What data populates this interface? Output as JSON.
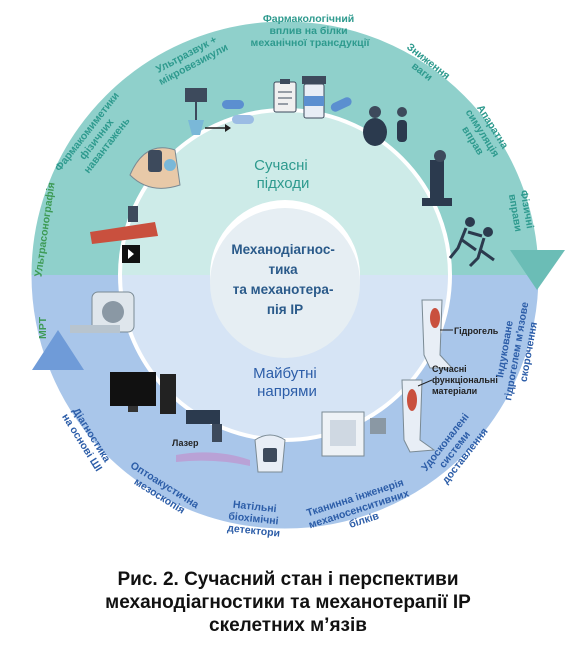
{
  "center": {
    "lines": [
      "Механодіагнос-",
      "тика",
      "та механотера-",
      "пія ІР"
    ]
  },
  "current": {
    "title_lines": [
      "Сучасні",
      "підходи"
    ]
  },
  "future": {
    "title_lines": [
      "Майбутні",
      "напрями"
    ]
  },
  "outer_top": [
    {
      "id": "pharma",
      "lines": [
        "Фармакомиметики",
        "фізичних",
        "навантажень"
      ]
    },
    {
      "id": "ultrasound",
      "lines": [
        "Ультразвук +",
        "мікровезикули"
      ]
    },
    {
      "id": "pharmacology",
      "lines": [
        "Фармакологічний",
        "вплив на білки",
        "механічної трансдукції"
      ]
    },
    {
      "id": "weightloss",
      "lines": [
        "Зниження",
        "ваги"
      ]
    },
    {
      "id": "hardware",
      "lines": [
        "Апаратна",
        "симуляція",
        "вправ"
      ]
    },
    {
      "id": "exercise",
      "lines": [
        "Фізичні",
        "вправи"
      ]
    }
  ],
  "outer_left": [
    {
      "id": "sonography",
      "lines": [
        "Ультрасонографія"
      ]
    },
    {
      "id": "mri",
      "lines": [
        "МРТ"
      ]
    }
  ],
  "outer_bottom": [
    {
      "id": "ai",
      "lines": [
        "Діагностика",
        "на основі ШІ"
      ]
    },
    {
      "id": "optoacoustic",
      "lines": [
        "Оптоакустична",
        "мезоскопія"
      ]
    },
    {
      "id": "wearable",
      "lines": [
        "Натільні",
        "біохімічні",
        "детектори"
      ]
    },
    {
      "id": "tissue",
      "lines": [
        "Тканинна інженерія",
        "механосенситивних",
        "білків"
      ]
    },
    {
      "id": "delivery",
      "lines": [
        "Удосконалені",
        "системи",
        "доставлення"
      ]
    },
    {
      "id": "hydrogel",
      "lines": [
        "Індуковане",
        "гідрогелем м'язове",
        "скорочення"
      ]
    }
  ],
  "inner_labels": {
    "hydrogel": "Гідрогель",
    "materials": [
      "Сучасні",
      "функціональні",
      "матеріали"
    ],
    "laser": "Лазер"
  },
  "caption": {
    "lines": [
      "Рис. 2. Сучасний стан і перспективи",
      "механодіагностики та механотерапії ІР",
      "скелетних м’язів"
    ]
  },
  "colors": {
    "teal_ring": "#8fd0cb",
    "teal_light": "#cdebe8",
    "blue_ring": "#a9c6ea",
    "blue_light": "#d6e4f5",
    "teal_text": "#2e9a8e",
    "blue_text": "#2c5da8",
    "center_text": "#2a5a8a"
  }
}
